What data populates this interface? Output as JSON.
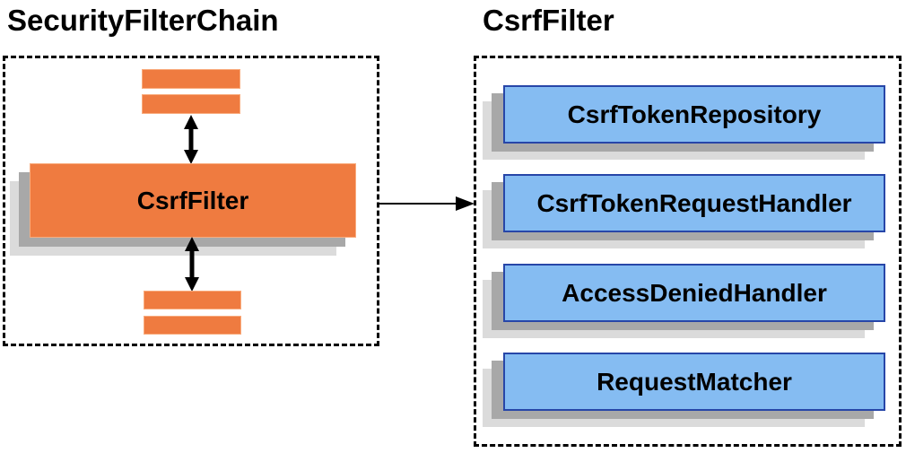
{
  "left_panel": {
    "title": "SecurityFilterChain",
    "filter_label": "CsrfFilter"
  },
  "right_panel": {
    "title": "CsrfFilter",
    "components": [
      {
        "label": "CsrfTokenRepository"
      },
      {
        "label": "CsrfTokenRequestHandler"
      },
      {
        "label": "AccessDeniedHandler"
      },
      {
        "label": "RequestMatcher"
      }
    ]
  },
  "icons": {
    "vertical_arrows": "up-down-arrow",
    "flow_arrow": "right-arrow"
  },
  "colors": {
    "orange_fill": "#EF7B40",
    "orange_edge": "#F9AC7E",
    "blue_fill": "#85BCF2",
    "blue_edge": "#2746A8",
    "shadow_dark": "#A8A8A8",
    "shadow_light": "#DBDBDB",
    "line": "#000000",
    "text": "#000000",
    "background": "#FFFFFF"
  }
}
